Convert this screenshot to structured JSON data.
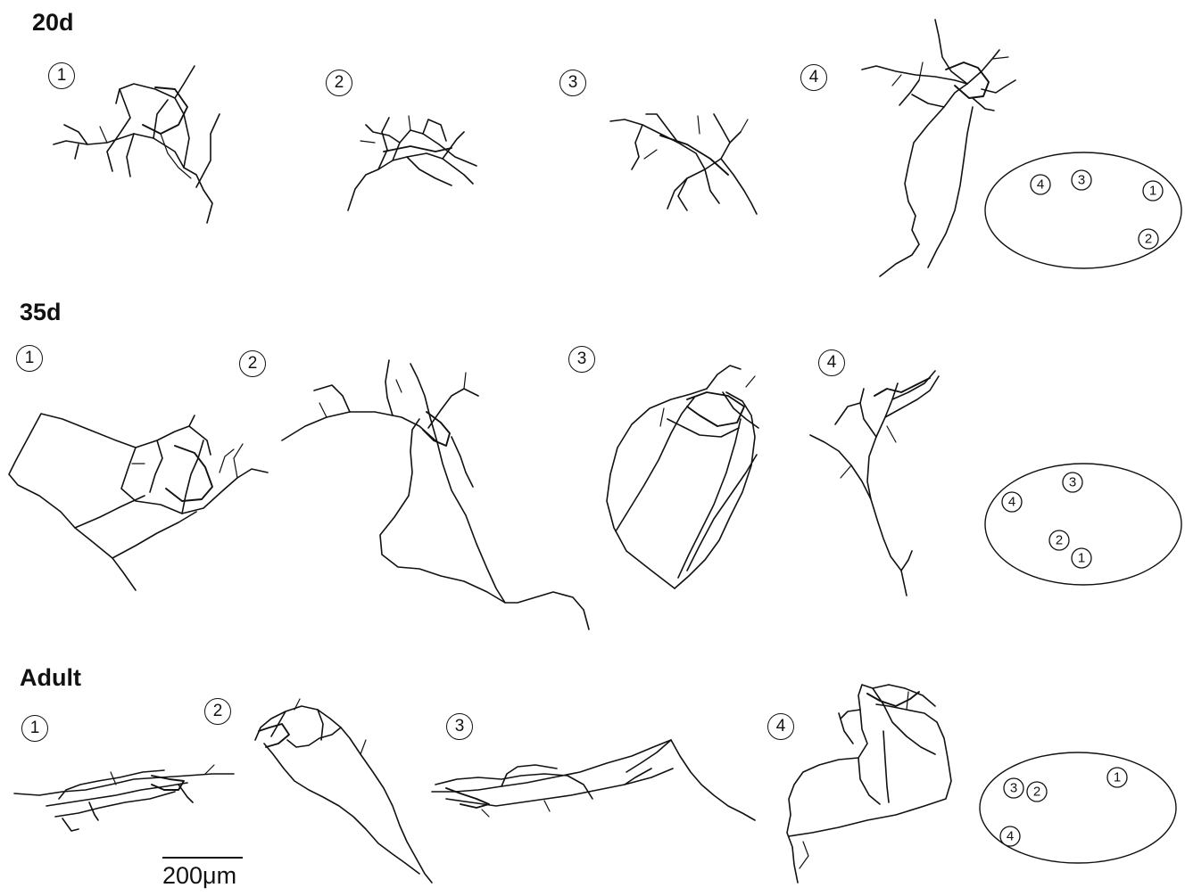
{
  "rows": [
    {
      "title": "20d",
      "labels": [
        "1",
        "2",
        "3",
        "4"
      ],
      "map_labels": [
        "4",
        "3",
        "1",
        "2"
      ]
    },
    {
      "title": "35d",
      "labels": [
        "1",
        "2",
        "3",
        "4"
      ],
      "map_labels": [
        "3",
        "4",
        "2",
        "1"
      ]
    },
    {
      "title": "Adult",
      "labels": [
        "1",
        "2",
        "3",
        "4"
      ],
      "map_labels": [
        "1",
        "3",
        "2",
        "4"
      ]
    }
  ],
  "scale_bar": {
    "label": "200μm"
  }
}
